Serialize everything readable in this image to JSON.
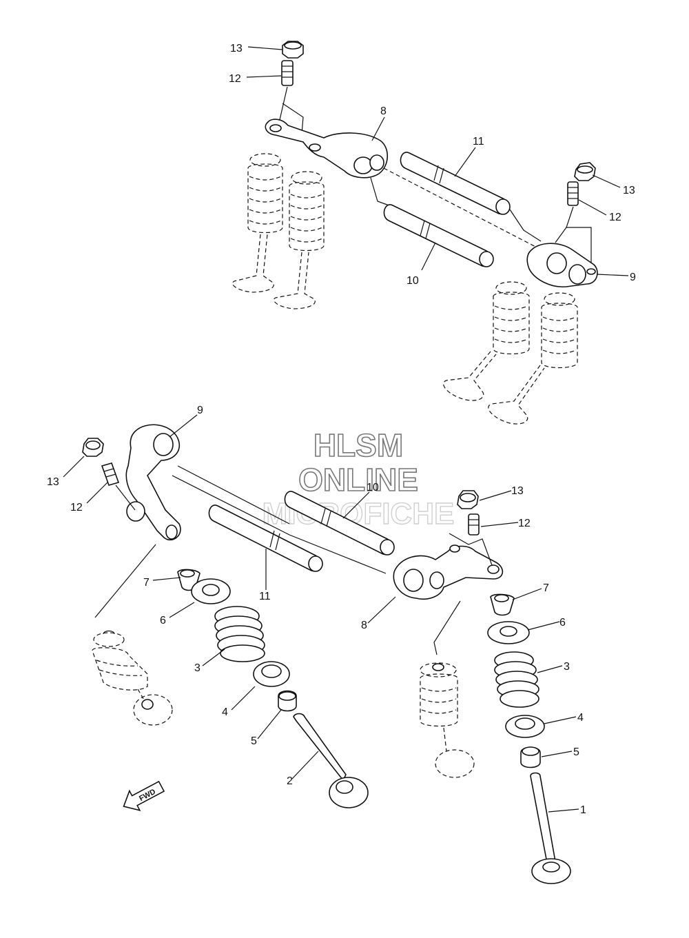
{
  "watermark": {
    "line1": "HLSM",
    "line2": "ONLINE",
    "line3": "MICROFICHE"
  },
  "fwd_label": "FWD",
  "callouts": {
    "c_top_13": "13",
    "c_top_12": "12",
    "c_top_8": "8",
    "c_top_11": "11",
    "c_top_10": "10",
    "c_top_r13": "13",
    "c_top_r12": "12",
    "c_top_9": "9",
    "c_mid_9": "9",
    "c_mid_13": "13",
    "c_mid_12": "12",
    "c_mid_10": "10",
    "c_mid_11": "11",
    "c_r_13": "13",
    "c_r_12": "12",
    "c_l_7": "7",
    "c_l_6": "6",
    "c_l_3": "3",
    "c_l_4": "4",
    "c_l_5": "5",
    "c_l_2": "2",
    "c_r_8": "8",
    "c_r_7": "7",
    "c_r_6": "6",
    "c_r_3": "3",
    "c_r_4": "4",
    "c_r_5": "5",
    "c_r_1": "1"
  }
}
